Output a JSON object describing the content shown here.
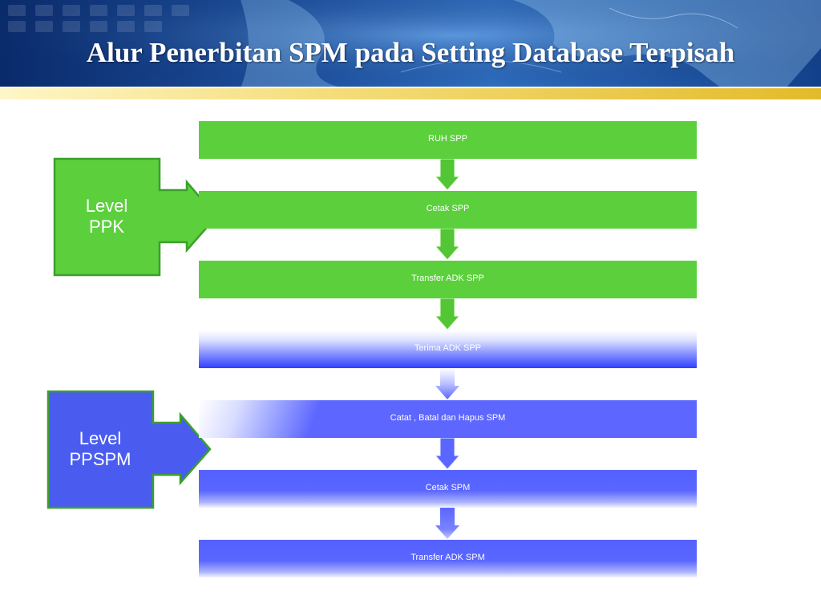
{
  "slide": {
    "title": "Alur Penerbitan SPM pada Setting Database Terpisah"
  },
  "colors": {
    "header_blue": "#1c4f9c",
    "gold_band": "#e3bb2a",
    "ppk_green": "#5bd03c",
    "ppk_border": "#3aa02a",
    "ppspm_blue": "#4a5cf0",
    "ppspm_border": "#3aa02a"
  },
  "levels": [
    {
      "id": "ppk",
      "line1": "Level",
      "line2": "PPK"
    },
    {
      "id": "ppspm",
      "line1": "Level",
      "line2": "PPSPM"
    }
  ],
  "steps": [
    {
      "label": "RUH SPP",
      "level": "ppk"
    },
    {
      "label": "Cetak SPP",
      "level": "ppk"
    },
    {
      "label": "Transfer ADK SPP",
      "level": "ppk"
    },
    {
      "label": "Terima ADK SPP",
      "level": "ppspm"
    },
    {
      "label": "Catat , Batal dan Hapus SPM",
      "level": "ppspm"
    },
    {
      "label": "Cetak SPM",
      "level": "ppspm"
    },
    {
      "label": "Transfer ADK SPM",
      "level": "ppspm"
    }
  ]
}
